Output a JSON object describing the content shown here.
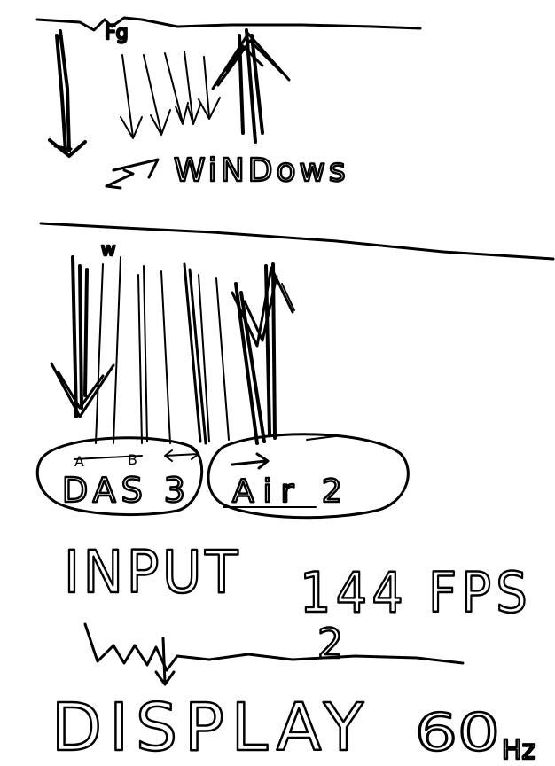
{
  "diagram": {
    "labels": {
      "top_caption": "WiNDows",
      "top_small_mark": "Fg",
      "middle_small_mark": "w",
      "ellipse_left_text": "DAS 3",
      "ellipse_left_arrow_a": "A",
      "ellipse_left_arrow_b": "B",
      "ellipse_right_text": "Air 2",
      "input_line": "INPUT",
      "input_value": "144 FPS",
      "middle_value": "2",
      "display_line": "DISPLAY",
      "display_value": "60",
      "display_unit": "Hz"
    },
    "arrows_top": [
      {
        "dir": "down"
      },
      {
        "dir": "down"
      },
      {
        "dir": "down"
      },
      {
        "dir": "down"
      },
      {
        "dir": "down"
      },
      {
        "dir": "up"
      },
      {
        "dir": "up"
      }
    ],
    "arrows_middle": [
      {
        "dir": "down"
      },
      {
        "dir": "down"
      },
      {
        "dir": "down"
      },
      {
        "dir": "down"
      },
      {
        "dir": "down"
      },
      {
        "dir": "down"
      },
      {
        "dir": "up"
      },
      {
        "dir": "up"
      }
    ]
  }
}
